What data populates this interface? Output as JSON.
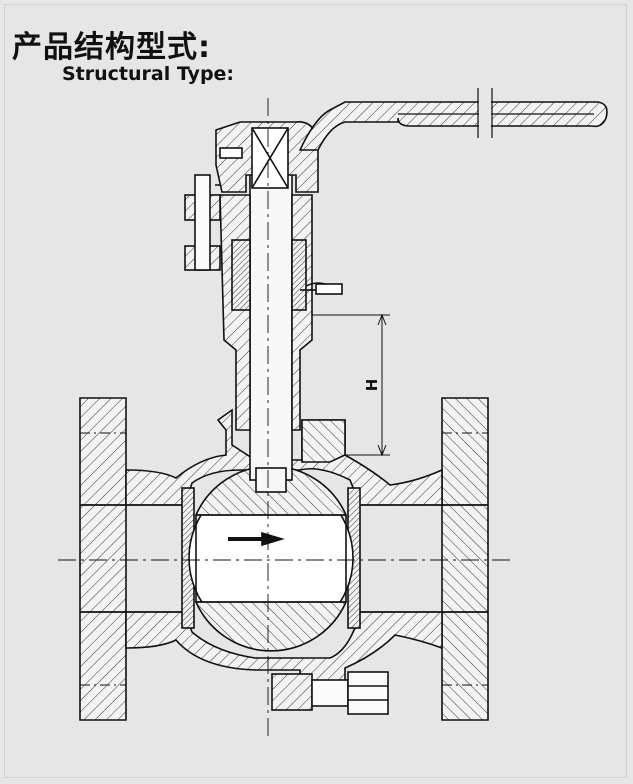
{
  "heading": {
    "title_cn": "产品结构型式:",
    "title_en": "Structural Type:"
  },
  "diagram": {
    "dimension_label": "H",
    "colors": {
      "background": "#e6e6e6",
      "line": "#111111",
      "section_fill": "#ffffff"
    }
  }
}
